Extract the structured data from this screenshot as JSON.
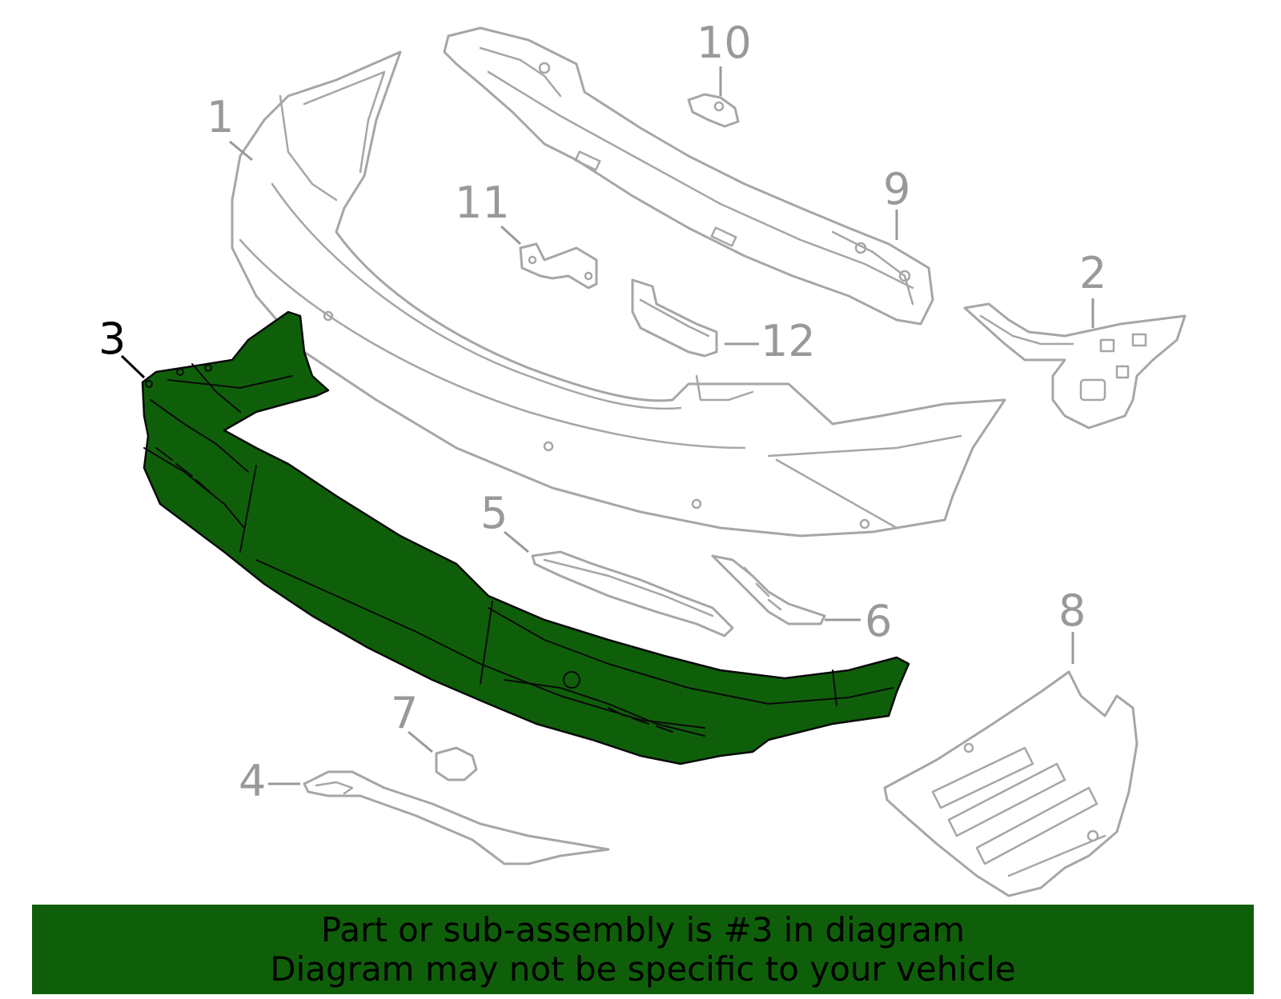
{
  "colors": {
    "highlight": "#0f5f0a",
    "outline": "#a6a6a6",
    "callout": "#999999",
    "active_callout": "#000000"
  },
  "diagram": {
    "highlighted_part": "3",
    "callouts": [
      {
        "id": "1",
        "label": "1"
      },
      {
        "id": "2",
        "label": "2"
      },
      {
        "id": "3",
        "label": "3"
      },
      {
        "id": "4",
        "label": "4"
      },
      {
        "id": "5",
        "label": "5"
      },
      {
        "id": "6",
        "label": "6"
      },
      {
        "id": "7",
        "label": "7"
      },
      {
        "id": "8",
        "label": "8"
      },
      {
        "id": "9",
        "label": "9"
      },
      {
        "id": "10",
        "label": "10"
      },
      {
        "id": "11",
        "label": "11"
      },
      {
        "id": "12",
        "label": "12"
      }
    ]
  },
  "banner": {
    "line1": "Part or sub-assembly is #3 in diagram",
    "line2": "Diagram may not be specific to your vehicle"
  }
}
